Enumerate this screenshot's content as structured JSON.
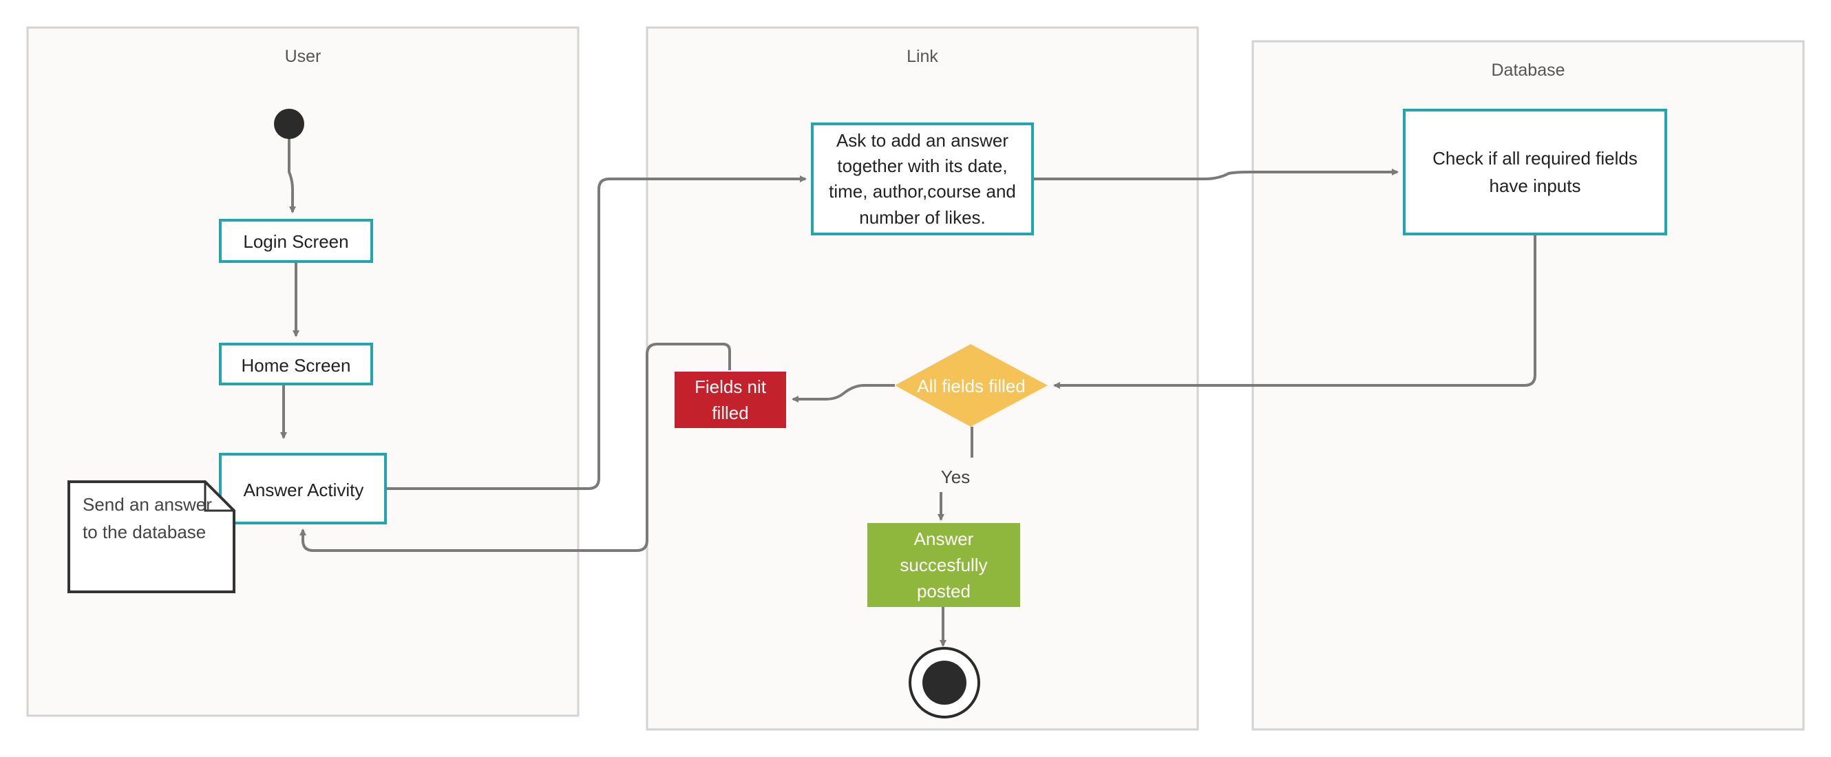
{
  "lanes": {
    "user": "User",
    "link": "Link",
    "database": "Database"
  },
  "nodes": {
    "login_screen": "Login Screen",
    "home_screen": "Home Screen",
    "answer_activity": "Answer Activity",
    "ask_answer": [
      "Ask to add an answer",
      "together with its date,",
      "time, author,course and",
      "number of likes."
    ],
    "check_fields": [
      "Check if all required fields",
      "have inputs"
    ],
    "all_fields_filled": "All fields filled",
    "fields_not_filled": [
      "Fields nit",
      "filled"
    ],
    "answer_posted": [
      "Answer",
      "succesfully",
      "posted"
    ]
  },
  "note": [
    "Send an answer",
    "to the database"
  ],
  "edge_labels": {
    "yes": "Yes"
  },
  "colors": {
    "lane_fill": "#fbfaf9",
    "lane_stroke": "#d3d3d3",
    "node_stroke": "#22a6ad",
    "decision_fill": "#f5c257",
    "error_fill": "#c3222c",
    "success_fill": "#8fb73e",
    "arrow": "#7a7a7a",
    "start_end": "#2b2b2b"
  }
}
